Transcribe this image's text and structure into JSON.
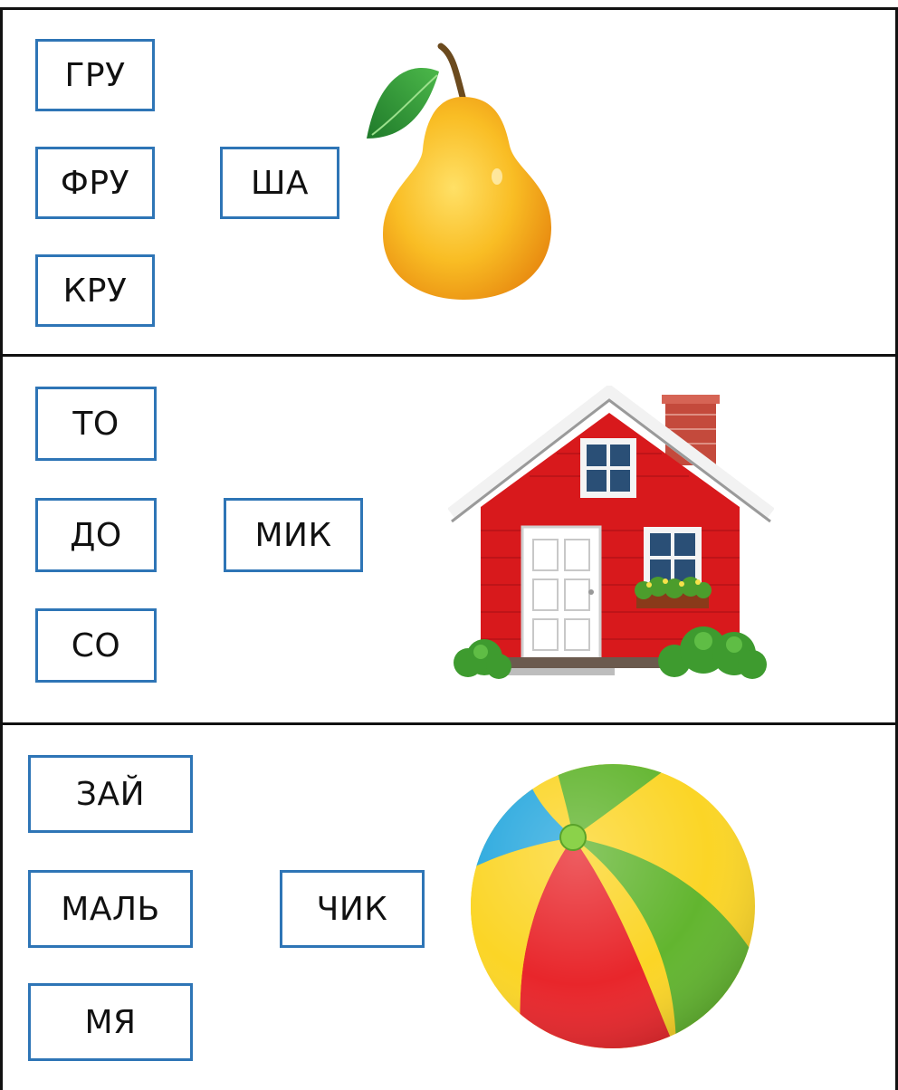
{
  "rows": [
    {
      "prefixes": [
        "ГРУ",
        "ФРУ",
        "КРУ"
      ],
      "suffix": "ША",
      "picture_icon": "pear-icon",
      "colors": {
        "body": "#f7b21e",
        "leaf": "#2f9a3a",
        "stem": "#6b4a1e"
      }
    },
    {
      "prefixes": [
        "ТО",
        "ДО",
        "СО"
      ],
      "suffix": "МИК",
      "picture_icon": "house-icon",
      "colors": {
        "wall": "#d8191c",
        "roof": "#f4f4f4",
        "chimney": "#c44a3c",
        "door": "#f0f0f0",
        "bush": "#3e9b2f"
      }
    },
    {
      "prefixes": [
        "ЗАЙ",
        "МАЛЬ",
        "МЯ"
      ],
      "suffix": "ЧИК",
      "picture_icon": "ball-icon",
      "colors": {
        "red": "#e8262b",
        "yellow": "#fbd526",
        "green": "#62b52f",
        "blue": "#28a8de"
      }
    }
  ],
  "card_border_color": "#2e75b6"
}
